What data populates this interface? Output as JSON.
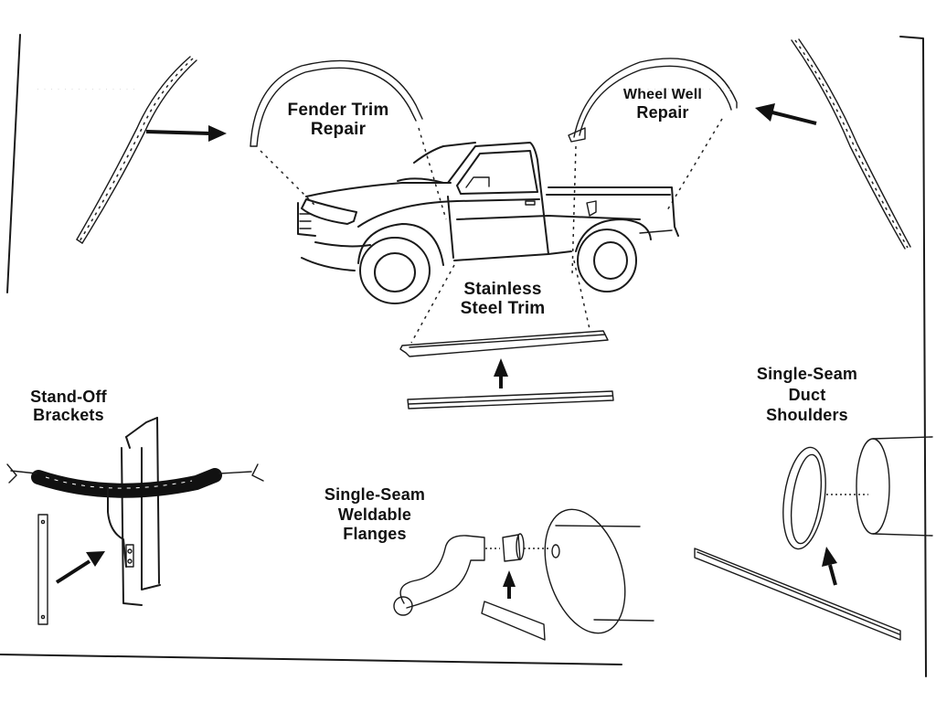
{
  "document": {
    "type": "scanned catalog illustration",
    "colors": {
      "ink": "#111111",
      "paper": "#ffffff"
    }
  },
  "labels": {
    "fender_trim": [
      "Fender Trim",
      "Repair"
    ],
    "wheel_well": [
      "Wheel Well",
      "Repair"
    ],
    "stainless_steel_trim": [
      "Stainless",
      "Steel Trim"
    ],
    "stand_off_brackets": [
      "Stand-Off",
      "Brackets"
    ],
    "weldable_flanges": [
      "Single-Seam",
      "Weldable",
      "Flanges"
    ],
    "duct_shoulders": [
      "Single-Seam",
      "Duct",
      "Shoulders"
    ]
  },
  "illustrations": [
    "pickup-truck",
    "fender-trim-strip",
    "fender-arch",
    "wheel-well-arch",
    "wheel-well-trim-strip",
    "rocker-panel-trim",
    "flat-trim-strip",
    "stand-off-bracket-assembly",
    "pipe-flange-assembly",
    "duct-shoulder-ring-assembly"
  ]
}
